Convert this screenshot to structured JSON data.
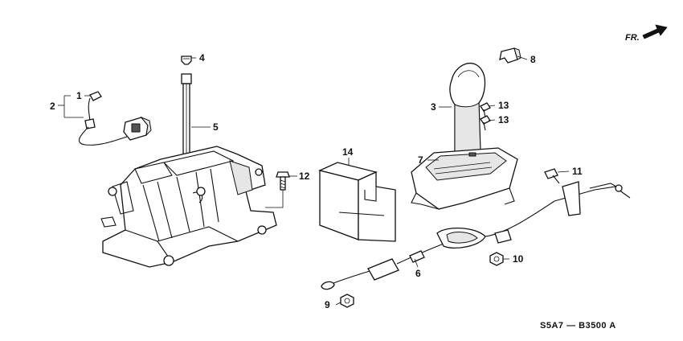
{
  "diagram": {
    "direction_label": "FR.",
    "diagram_code": "S5A7 — B3500 A",
    "callouts": [
      {
        "id": "1",
        "label": "1"
      },
      {
        "id": "2",
        "label": "2"
      },
      {
        "id": "3",
        "label": "3"
      },
      {
        "id": "4",
        "label": "4"
      },
      {
        "id": "5",
        "label": "5"
      },
      {
        "id": "6",
        "label": "6"
      },
      {
        "id": "7",
        "label": "7"
      },
      {
        "id": "8",
        "label": "8"
      },
      {
        "id": "9",
        "label": "9"
      },
      {
        "id": "10",
        "label": "10"
      },
      {
        "id": "11",
        "label": "11"
      },
      {
        "id": "12",
        "label": "12"
      },
      {
        "id": "13a",
        "label": "13"
      },
      {
        "id": "13b",
        "label": "13"
      },
      {
        "id": "14",
        "label": "14"
      }
    ]
  }
}
